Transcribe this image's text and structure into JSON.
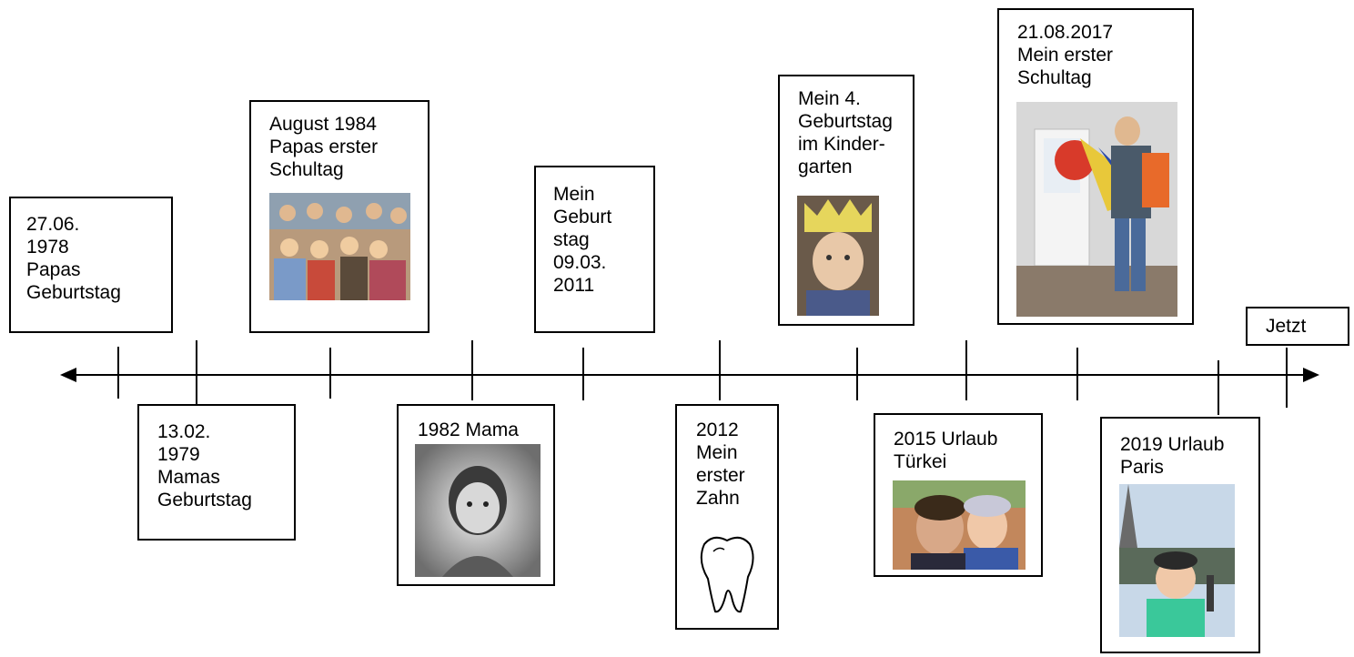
{
  "events": {
    "papa_birthday": "27.06.\n1978\nPapas\nGeburtstag",
    "mama_birthday": "13.02.\n1979\nMamas\nGeburtstag",
    "papa_school": "August 1984\nPapas erster\nSchultag",
    "mama_1982": "1982 Mama",
    "my_birthday": "Mein\nGeburt\nstag\n09.03.\n2011",
    "first_tooth": "2012\nMein\nerster\nZahn",
    "fourth_birthday": "Mein 4.\nGeburtstag\nim Kinder-\ngarten",
    "vacation_turkey": "2015 Urlaub\nTürkei",
    "first_school_day": "21.08.2017\nMein erster\nSchultag",
    "vacation_paris": "2019 Urlaub\nParis",
    "now": "Jetzt"
  },
  "colors": {
    "line": "#000000",
    "photo_schoolclass": "#b89a7c",
    "photo_mama": "#8a8a8a",
    "photo_crown": "#e6d65c",
    "photo_turkey": "#c2875c",
    "photo_school": "#5b76b5",
    "photo_paris": "#7cb89a"
  }
}
